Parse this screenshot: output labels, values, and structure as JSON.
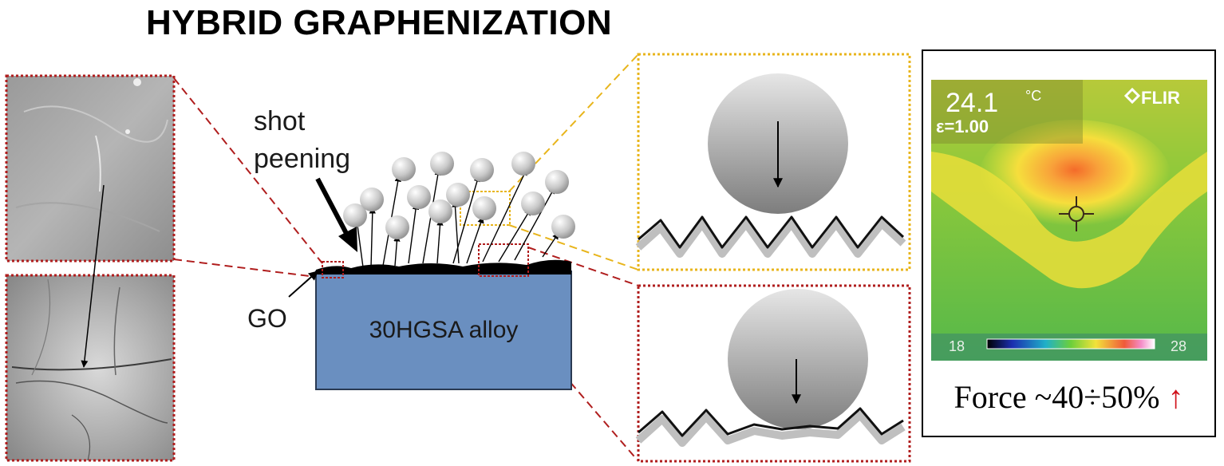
{
  "title": "HYBRID GRAPHENIZATION",
  "labels": {
    "shot_peening_line1": "shot",
    "shot_peening_line2": "peening",
    "go": "GO",
    "alloy": "30HGSA alloy"
  },
  "thermal": {
    "temperature": "24.1",
    "unit": "°C",
    "emissivity": "ε=1.00",
    "brand": "FLIR",
    "scale_min": "18",
    "scale_max": "28"
  },
  "caption": {
    "text": "Force ~40÷50%",
    "arrow": "↑"
  },
  "colors": {
    "red_dotted": "#b01e1e",
    "yellow_dotted": "#e8b51c",
    "alloy_fill": "#6a8fc0",
    "force_arrow": "#d0121b"
  }
}
